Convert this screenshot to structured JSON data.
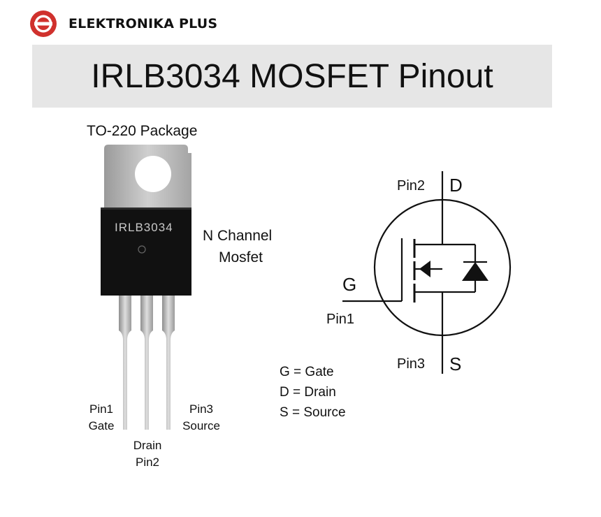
{
  "brand": {
    "name": "ELEKTRONIKA PLUS",
    "logo_icon": "elektronika-plus-logo",
    "accent_color": "#d0312d"
  },
  "title": "IRLB3034 MOSFET Pinout",
  "package": {
    "label": "TO-220 Package",
    "chip_marking": "IRLB3034",
    "channel_line1": "N Channel",
    "channel_line2": "Mosfet",
    "pins": [
      {
        "line1": "Pin1",
        "line2": "Gate"
      },
      {
        "line1": "Drain",
        "line2": "Pin2"
      },
      {
        "line1": "Pin3",
        "line2": "Source"
      }
    ]
  },
  "symbol": {
    "drain_pin": "Pin2",
    "drain_letter": "D",
    "gate_letter": "G",
    "gate_pin": "Pin1",
    "source_pin": "Pin3",
    "source_letter": "S"
  },
  "legend": [
    {
      "text": "G = Gate"
    },
    {
      "text": "D = Drain"
    },
    {
      "text": "S = Source"
    }
  ]
}
